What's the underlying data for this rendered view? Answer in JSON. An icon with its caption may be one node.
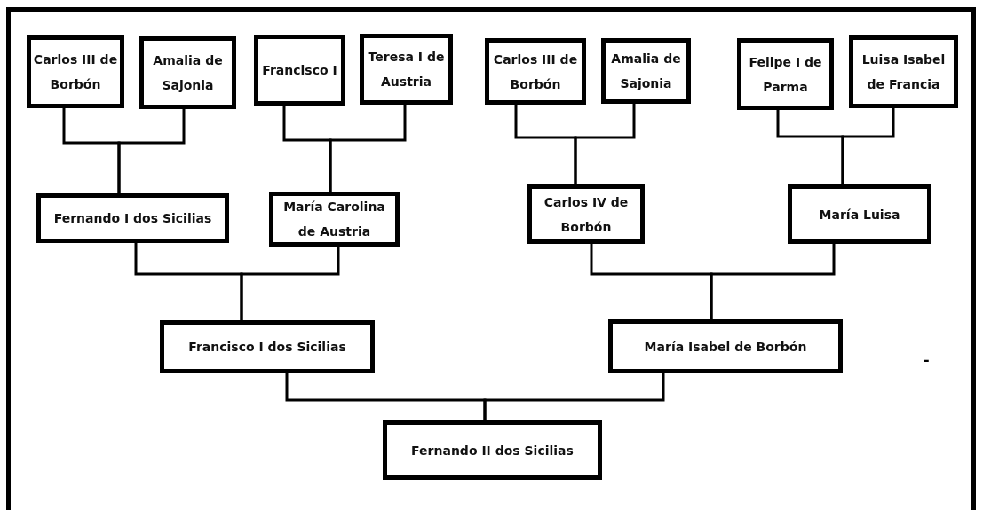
{
  "diagram": {
    "nodes": [
      {
        "text": [
          "Carlos III de Borbón"
        ]
      },
      {
        "text": [
          "Amalia de Sajonia"
        ]
      },
      {
        "text": [
          "Francisco I"
        ]
      },
      {
        "text": [
          "Teresa I de Austria"
        ]
      },
      {
        "text": [
          "Carlos III de Borbón"
        ]
      },
      {
        "text": [
          "Amalia de Sajonia"
        ]
      },
      {
        "text": [
          "Felipe I de Parma"
        ]
      },
      {
        "text": [
          "Luisa Isabel de Francia"
        ]
      },
      {
        "text": [
          "Fernando I dos Sicilias"
        ]
      },
      {
        "text": [
          "María Carolina de Austria"
        ]
      },
      {
        "text": [
          "Carlos IV de Borbón"
        ]
      },
      {
        "text": [
          "María Luisa"
        ]
      },
      {
        "text": [
          "Francisco I dos Sicilias"
        ]
      },
      {
        "text": [
          "María Isabel de Borbón"
        ]
      },
      {
        "text": [
          "Fernando II dos Sicilias"
        ]
      }
    ],
    "edges": [
      {
        "from": 0,
        "to": 8,
        "arrow": "none"
      },
      {
        "from": 1,
        "to": 8,
        "arrow": "none"
      },
      {
        "from": 2,
        "to": 9,
        "arrow": "none"
      },
      {
        "from": 3,
        "to": 9,
        "arrow": "none"
      },
      {
        "from": 4,
        "to": 10,
        "arrow": "none"
      },
      {
        "from": 5,
        "to": 10,
        "arrow": "none"
      },
      {
        "from": 6,
        "to": 11,
        "arrow": "none"
      },
      {
        "from": 7,
        "to": 11,
        "arrow": "none"
      },
      {
        "from": 8,
        "to": 12,
        "arrow": "none"
      },
      {
        "from": 9,
        "to": 12,
        "arrow": "none"
      },
      {
        "from": 10,
        "to": 13,
        "arrow": "none"
      },
      {
        "from": 11,
        "to": 13,
        "arrow": "none"
      },
      {
        "from": 12,
        "to": 14,
        "arrow": "none"
      },
      {
        "from": 13,
        "to": 14,
        "arrow": "none"
      }
    ],
    "labels": [
      "-"
    ]
  }
}
